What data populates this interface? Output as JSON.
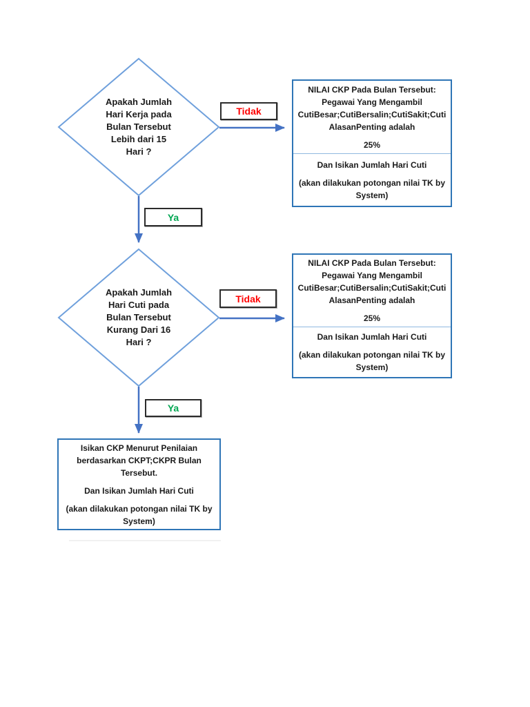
{
  "colors": {
    "background": "#FFFFFF",
    "diamond_border": "#6FA0DC",
    "arrow": "#4472C4",
    "result_box_border": "#2E75B6",
    "result_box_divider": "#8FB8E0",
    "label_box_border": "#2B2B2B",
    "no_text": "#FF0000",
    "yes_text": "#00A651",
    "body_text": "#1A1A1A"
  },
  "flow": {
    "decision1": {
      "lines": [
        "Apakah Jumlah",
        "Hari Kerja pada",
        "Bulan Tersebut",
        "Lebih dari 15",
        "Hari ?"
      ]
    },
    "decision2": {
      "lines": [
        "Apakah Jumlah",
        "Hari Cuti pada",
        "Bulan Tersebut",
        "Kurang Dari 16",
        "Hari ?"
      ]
    },
    "labels": {
      "no1": "Tidak",
      "yes1": "Ya",
      "no2": "Tidak",
      "yes2": "Ya"
    },
    "result1": {
      "top_lines": [
        "NILAI CKP Pada Bulan Tersebut:",
        "Pegawai Yang Mengambil",
        "CutiBesar;CutiBersalin;CutiSakit;Cuti",
        "AlasanPenting adalah",
        "",
        "25%"
      ],
      "bottom_lines": [
        "Dan Isikan Jumlah Hari Cuti",
        "",
        "(akan dilakukan potongan nilai TK by",
        "System)"
      ]
    },
    "result2": {
      "top_lines": [
        "NILAI CKP Pada Bulan Tersebut:",
        "Pegawai Yang Mengambil",
        "CutiBesar;CutiBersalin;CutiSakit;Cuti",
        "AlasanPenting adalah",
        "",
        "25%"
      ],
      "bottom_lines": [
        "Dan Isikan Jumlah Hari Cuti",
        "",
        "(akan dilakukan potongan nilai TK by",
        "System)"
      ]
    },
    "final": {
      "lines": [
        "Isikan CKP Menurut Penilaian",
        "berdasarkan CKPT;CKPR Bulan",
        "Tersebut.",
        "",
        "Dan Isikan Jumlah Hari Cuti",
        "",
        "(akan dilakukan potongan nilai TK by",
        "System)"
      ]
    }
  }
}
